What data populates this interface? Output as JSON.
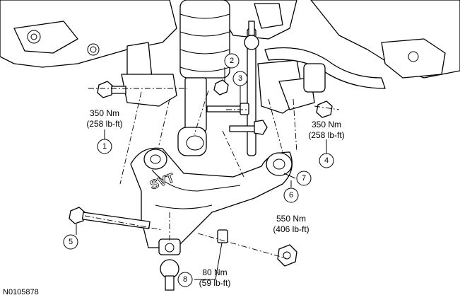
{
  "figure_id": "N0105878",
  "callouts": [
    {
      "id": "1",
      "torque_nm": "350 Nm",
      "torque_lbft": "(258 lb-ft)"
    },
    {
      "id": "2"
    },
    {
      "id": "3"
    },
    {
      "id": "4",
      "torque_nm": "350 Nm",
      "torque_lbft": "(258 lb-ft)"
    },
    {
      "id": "5"
    },
    {
      "id": "6",
      "torque_nm": "550 Nm",
      "torque_lbft": "(406 lb-ft)"
    },
    {
      "id": "7"
    },
    {
      "id": "8",
      "torque_nm": "80 Nm",
      "torque_lbft": "(59 lb-ft)"
    }
  ]
}
